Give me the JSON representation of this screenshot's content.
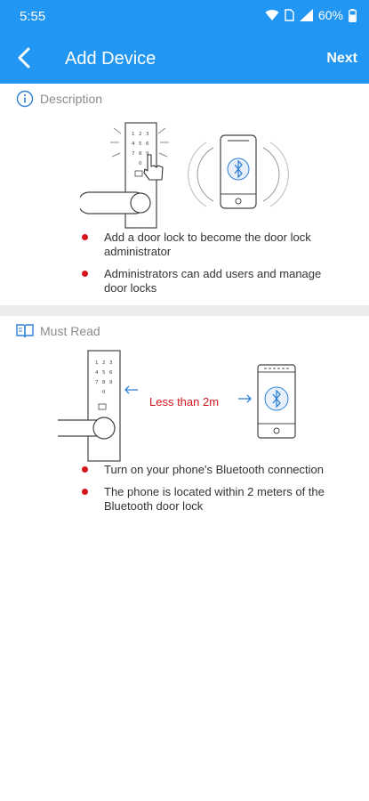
{
  "status": {
    "time": "5:55",
    "battery": "60%"
  },
  "appbar": {
    "title": "Add Device",
    "next_label": "Next"
  },
  "description": {
    "title": "Description",
    "bullets": [
      "Add a door lock to become the door lock administrator",
      "Administrators can add users and manage door locks"
    ]
  },
  "must_read": {
    "title": "Must Read",
    "distance_label": "Less than 2m",
    "bullets": [
      "Turn on your phone's Bluetooth connection",
      "The phone is located within 2 meters of the Bluetooth door lock"
    ]
  },
  "keypad": [
    "1",
    "2",
    "3",
    "4",
    "5",
    "6",
    "7",
    "8",
    "9",
    "0"
  ],
  "colors": {
    "primary": "#2196f3",
    "accent_red": "#d7141e",
    "bluetooth": "#2f7fd6"
  }
}
